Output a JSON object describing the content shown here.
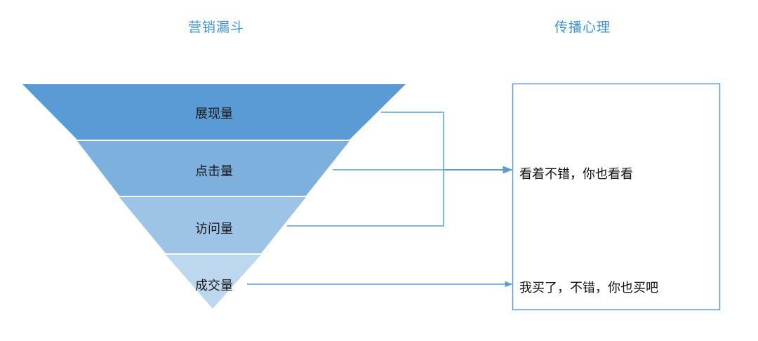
{
  "titles": {
    "funnel": "营销漏斗",
    "psychology": "传播心理"
  },
  "funnel": {
    "stages": [
      {
        "label": "展现量"
      },
      {
        "label": "点击量"
      },
      {
        "label": "访问量"
      },
      {
        "label": "成交量"
      }
    ],
    "colors": [
      "#5b9bd5",
      "#7eb0de",
      "#9dc3e6",
      "#bdd7ee"
    ]
  },
  "psychology": {
    "messages": [
      "看着不错，你也看看",
      "我买了，不错，你也买吧"
    ]
  },
  "colors": {
    "accent": "#3d8fd1",
    "connector": "#5b9bd5",
    "box_border": "#5b9bd5"
  }
}
